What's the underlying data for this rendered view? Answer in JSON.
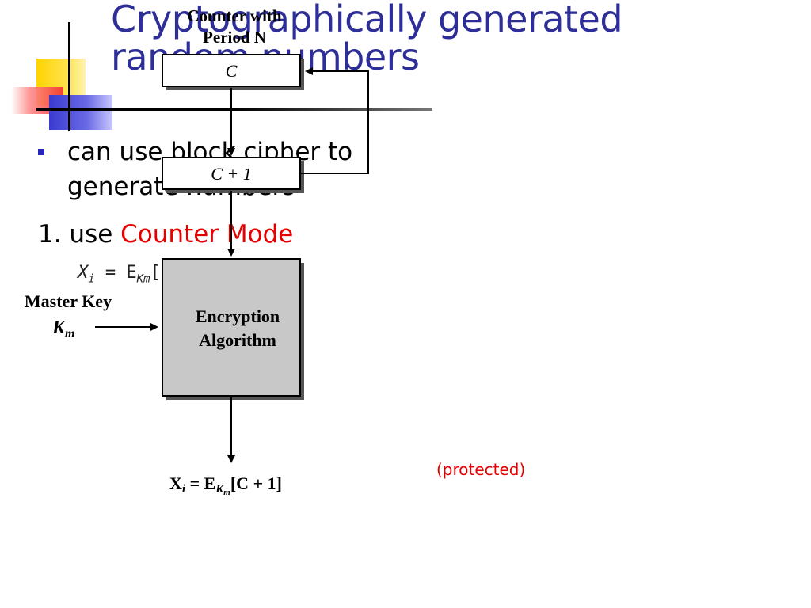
{
  "slide": {
    "title": "Cryptographically generated random numbers",
    "bullets": [
      {
        "text": "can use block cipher to generate numbers"
      }
    ],
    "step": {
      "prefix": "1. use ",
      "highlight": "Counter Mode",
      "highlight_color": "#e60000"
    },
    "formula": {
      "lhs": "X",
      "lhs_sub": "i",
      "eq": " = E",
      "key_sub": "Km",
      "rhs": "[i]"
    }
  },
  "diagram": {
    "counter_heading_line1": "Counter with",
    "counter_heading_line2": "Period N",
    "counter_box": "C",
    "increment_box": "C + 1",
    "master_key_line1": "Master Key",
    "master_key_line2": "K",
    "master_key_sub": "m",
    "protected_note": "(protected)",
    "encryption_line1": "Encryption",
    "encryption_line2": "Algorithm",
    "output_formula": "X",
    "output_sub_i": "i",
    "output_eq": " = E",
    "output_key": "K",
    "output_key_sub": "m",
    "output_rhs": "[C + 1]"
  },
  "colors": {
    "title": "#2e2e99",
    "bullet_marker": "#2626b8",
    "highlight_red": "#e60000",
    "encryption_box_fill": "#c8c8c8"
  }
}
